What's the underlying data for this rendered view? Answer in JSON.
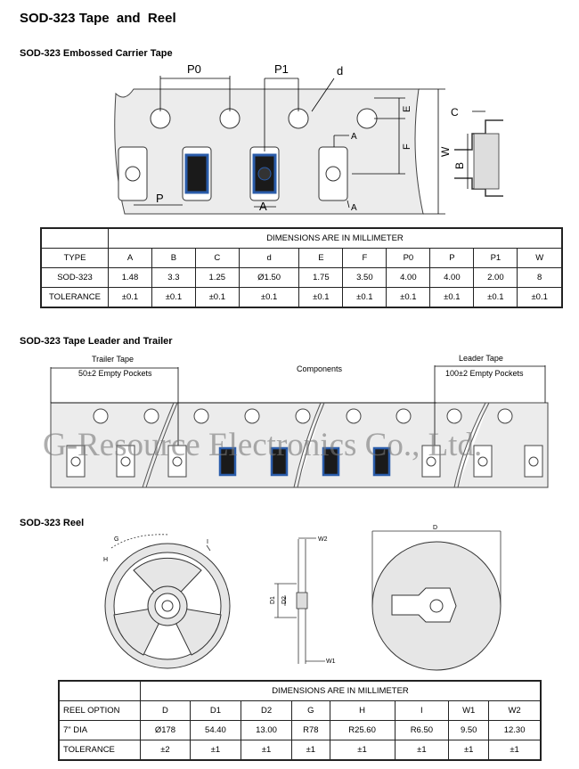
{
  "title": "SOD-323 Tape  and  Reel",
  "watermark": "G-Resource Electronics Co., Ltd.",
  "carrier_tape": {
    "heading": "SOD-323 Embossed Carrier Tape",
    "labels": {
      "P0": "P0",
      "P1": "P1",
      "d": "d",
      "E": "E",
      "F": "F",
      "W": "W",
      "A": "A",
      "P": "P",
      "C": "C",
      "B": "B"
    },
    "table": {
      "header": "DIMENSIONS ARE IN MILLIMETER",
      "columns": [
        "TYPE",
        "A",
        "B",
        "C",
        "d",
        "E",
        "F",
        "P0",
        "P",
        "P1",
        "W"
      ],
      "rows": [
        [
          "SOD-323",
          "1.48",
          "3.3",
          "1.25",
          "Ø1.50",
          "1.75",
          "3.50",
          "4.00",
          "4.00",
          "2.00",
          "8"
        ],
        [
          "TOLERANCE",
          "±0.1",
          "±0.1",
          "±0.1",
          "±0.1",
          "±0.1",
          "±0.1",
          "±0.1",
          "±0.1",
          "±0.1",
          "±0.1"
        ]
      ]
    }
  },
  "leader_trailer": {
    "heading": "SOD-323 Tape Leader and Trailer",
    "trailer_label": "Trailer Tape",
    "trailer_pockets": "50±2 Empty Pockets",
    "components_label": "Components",
    "leader_label": "Leader Tape",
    "leader_pockets": "100±2 Empty Pockets"
  },
  "reel": {
    "heading": "SOD-323 Reel",
    "labels": {
      "G": "G",
      "H": "H",
      "I": "I",
      "W2": "W2",
      "W1": "W1",
      "D1": "D1",
      "D2": "D2",
      "D": "D"
    },
    "table": {
      "header": "DIMENSIONS ARE IN MILLIMETER",
      "columns": [
        "REEL OPTION",
        "D",
        "D1",
        "D2",
        "G",
        "H",
        "I",
        "W1",
        "W2"
      ],
      "rows": [
        [
          "7\" DIA",
          "Ø178",
          "54.40",
          "13.00",
          "R78",
          "R25.60",
          "R6.50",
          "9.50",
          "12.30"
        ],
        [
          "TOLERANCE",
          "±2",
          "±1",
          "±1",
          "±1",
          "±1",
          "±1",
          "±1",
          "±1"
        ]
      ]
    }
  },
  "colors": {
    "component_outline": "#2a5caa",
    "component_body": "#1a1a1a",
    "tape": "#ececec"
  }
}
